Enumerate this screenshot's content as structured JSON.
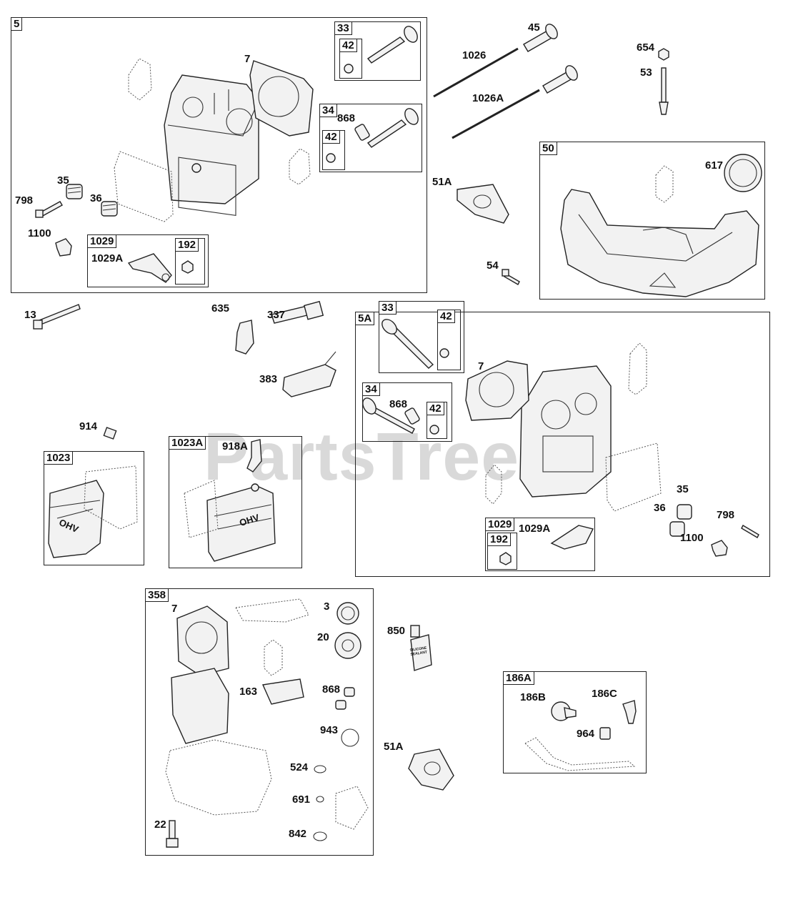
{
  "watermark": "PartsTree",
  "boxes": {
    "b5": "5",
    "b33a": "33",
    "b42a": "42",
    "b34a": "34",
    "b42b": "42",
    "b1029a": "1029",
    "b192a": "192",
    "b50": "50",
    "b5A": "5A",
    "b33b": "33",
    "b42c": "42",
    "b34b": "34",
    "b42d": "42",
    "b1029b": "1029",
    "b192b": "192",
    "b1023": "1023",
    "b1023A": "1023A",
    "b358": "358",
    "b186A": "186A"
  },
  "callouts": {
    "c7a": "7",
    "c868a": "868",
    "c35a": "35",
    "c798a": "798",
    "c36a": "36",
    "c1100a": "1100",
    "c1029Aa": "1029A",
    "c45": "45",
    "c1026": "1026",
    "c1026A": "1026A",
    "c654": "654",
    "c53": "53",
    "c51Aa": "51A",
    "c54": "54",
    "c617": "617",
    "c13": "13",
    "c337": "337",
    "c635": "635",
    "c383": "383",
    "c914": "914",
    "c918A": "918A",
    "c7b": "7",
    "c868b": "868",
    "c35b": "35",
    "c36b": "36",
    "c798b": "798",
    "c1100b": "1100",
    "c1029Ab": "1029A",
    "c7c": "7",
    "c3": "3",
    "c20": "20",
    "c163": "163",
    "c868c": "868",
    "c943": "943",
    "c524": "524",
    "c691": "691",
    "c22": "22",
    "c842": "842",
    "c850": "850",
    "c51Ab": "51A",
    "c186B": "186B",
    "c186C": "186C",
    "c964": "964"
  },
  "cover_text": "OHV",
  "sealant_text": "SILICONE SEALANT"
}
